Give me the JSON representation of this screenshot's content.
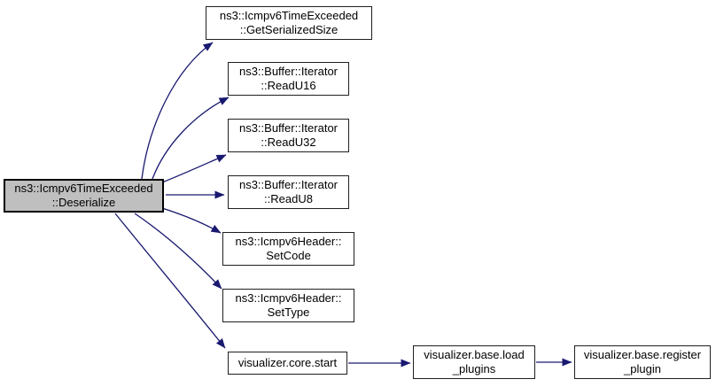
{
  "diagram": {
    "type": "call-graph",
    "background": "#ffffff",
    "edge_color": "#191970",
    "node_fill": "#ffffff",
    "highlight_node_fill": "#bfbfbf",
    "node_border_color": "#000000",
    "text_color": "#000000",
    "nodes": {
      "deserialize": {
        "line1": "ns3::Icmpv6TimeExceeded",
        "line2": "::Deserialize",
        "full": "ns3::Icmpv6TimeExceeded::Deserialize",
        "highlighted": true
      },
      "get_serialized_size": {
        "line1": "ns3::Icmpv6TimeExceeded",
        "line2": "::GetSerializedSize",
        "full": "ns3::Icmpv6TimeExceeded::GetSerializedSize",
        "highlighted": false
      },
      "read_u16": {
        "line1": "ns3::Buffer::Iterator",
        "line2": "::ReadU16",
        "full": "ns3::Buffer::Iterator::ReadU16",
        "highlighted": false
      },
      "read_u32": {
        "line1": "ns3::Buffer::Iterator",
        "line2": "::ReadU32",
        "full": "ns3::Buffer::Iterator::ReadU32",
        "highlighted": false
      },
      "read_u8": {
        "line1": "ns3::Buffer::Iterator",
        "line2": "::ReadU8",
        "full": "ns3::Buffer::Iterator::ReadU8",
        "highlighted": false
      },
      "set_code": {
        "line1": "ns3::Icmpv6Header::",
        "line2": "SetCode",
        "full": "ns3::Icmpv6Header::SetCode",
        "highlighted": false
      },
      "set_type": {
        "line1": "ns3::Icmpv6Header::",
        "line2": "SetType",
        "full": "ns3::Icmpv6Header::SetType",
        "highlighted": false
      },
      "core_start": {
        "line1": "visualizer.core.start",
        "full": "visualizer.core.start",
        "highlighted": false
      },
      "load_plugins": {
        "line1": "visualizer.base.load",
        "line2": "_plugins",
        "full": "visualizer.base.load_plugins",
        "highlighted": false
      },
      "register_plugin": {
        "line1": "visualizer.base.register",
        "line2": "_plugin",
        "full": "visualizer.base.register_plugin",
        "highlighted": false
      }
    },
    "edges": [
      {
        "from": "deserialize",
        "to": "get_serialized_size"
      },
      {
        "from": "deserialize",
        "to": "read_u16"
      },
      {
        "from": "deserialize",
        "to": "read_u32"
      },
      {
        "from": "deserialize",
        "to": "read_u8"
      },
      {
        "from": "deserialize",
        "to": "set_code"
      },
      {
        "from": "deserialize",
        "to": "set_type"
      },
      {
        "from": "deserialize",
        "to": "core_start"
      },
      {
        "from": "core_start",
        "to": "load_plugins"
      },
      {
        "from": "load_plugins",
        "to": "register_plugin"
      }
    ]
  }
}
